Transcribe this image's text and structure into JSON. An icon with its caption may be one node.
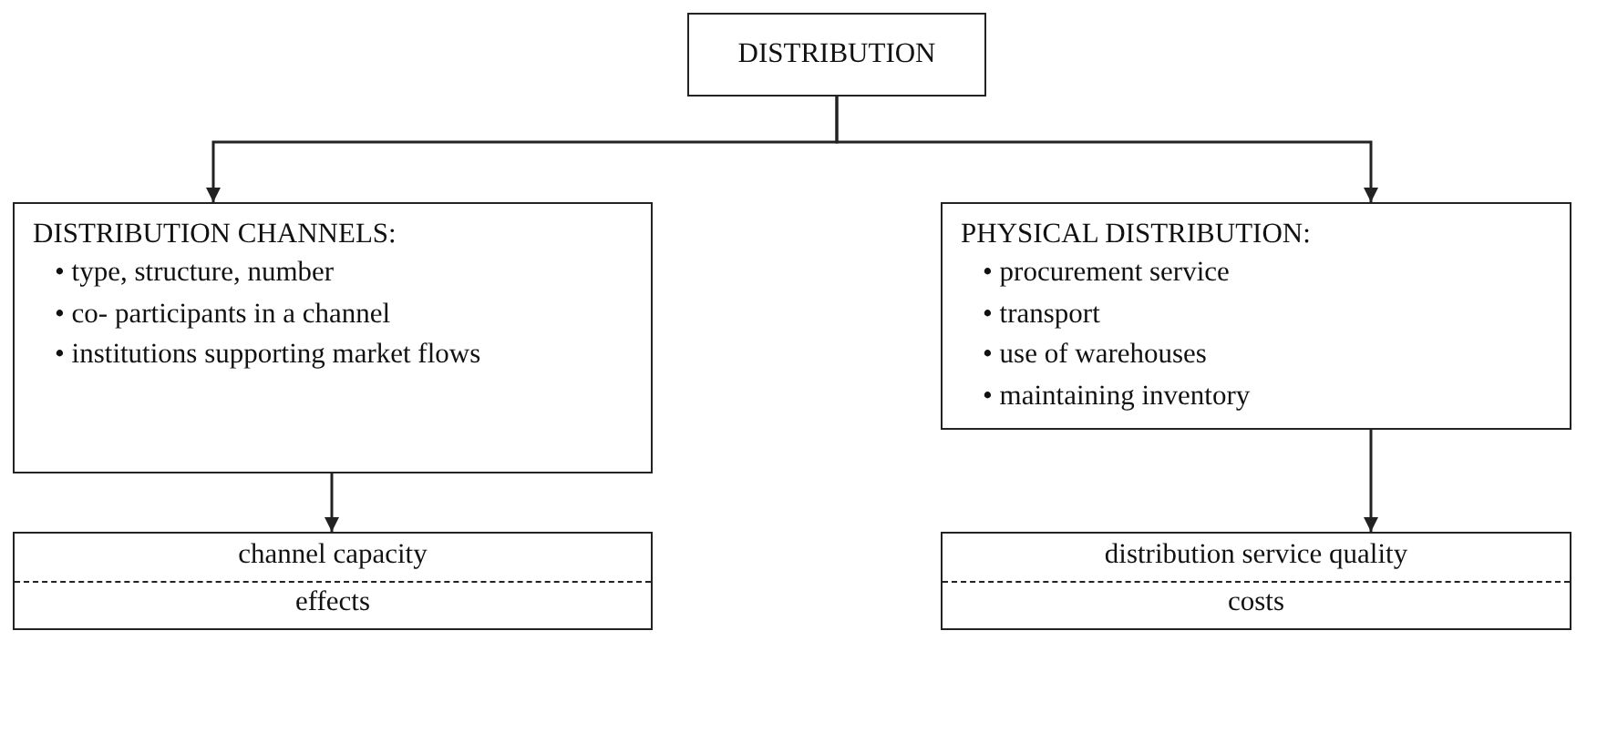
{
  "diagram": {
    "nodes": [
      {
        "text": [
          "DISTRIBUTION"
        ]
      },
      {
        "text": [
          "DISTRIBUTION CHANNELS:",
          "• type, structure, number",
          "• co- participants in a channel",
          "• institutions supporting market flows"
        ]
      },
      {
        "text": [
          "PHYSICAL DISTRIBUTION:",
          "• procurement service",
          "• transport",
          "• use of warehouses",
          "• maintaining inventory"
        ]
      },
      {
        "text": [
          "channel capacity",
          "effects"
        ]
      },
      {
        "text": [
          "distribution service quality",
          "costs"
        ]
      }
    ],
    "edges": [
      {
        "from": 0,
        "to": 1,
        "arrow": "to"
      },
      {
        "from": 0,
        "to": 2,
        "arrow": "to"
      },
      {
        "from": 1,
        "to": 3,
        "arrow": "to"
      },
      {
        "from": 2,
        "to": 4,
        "arrow": "to"
      }
    ]
  }
}
